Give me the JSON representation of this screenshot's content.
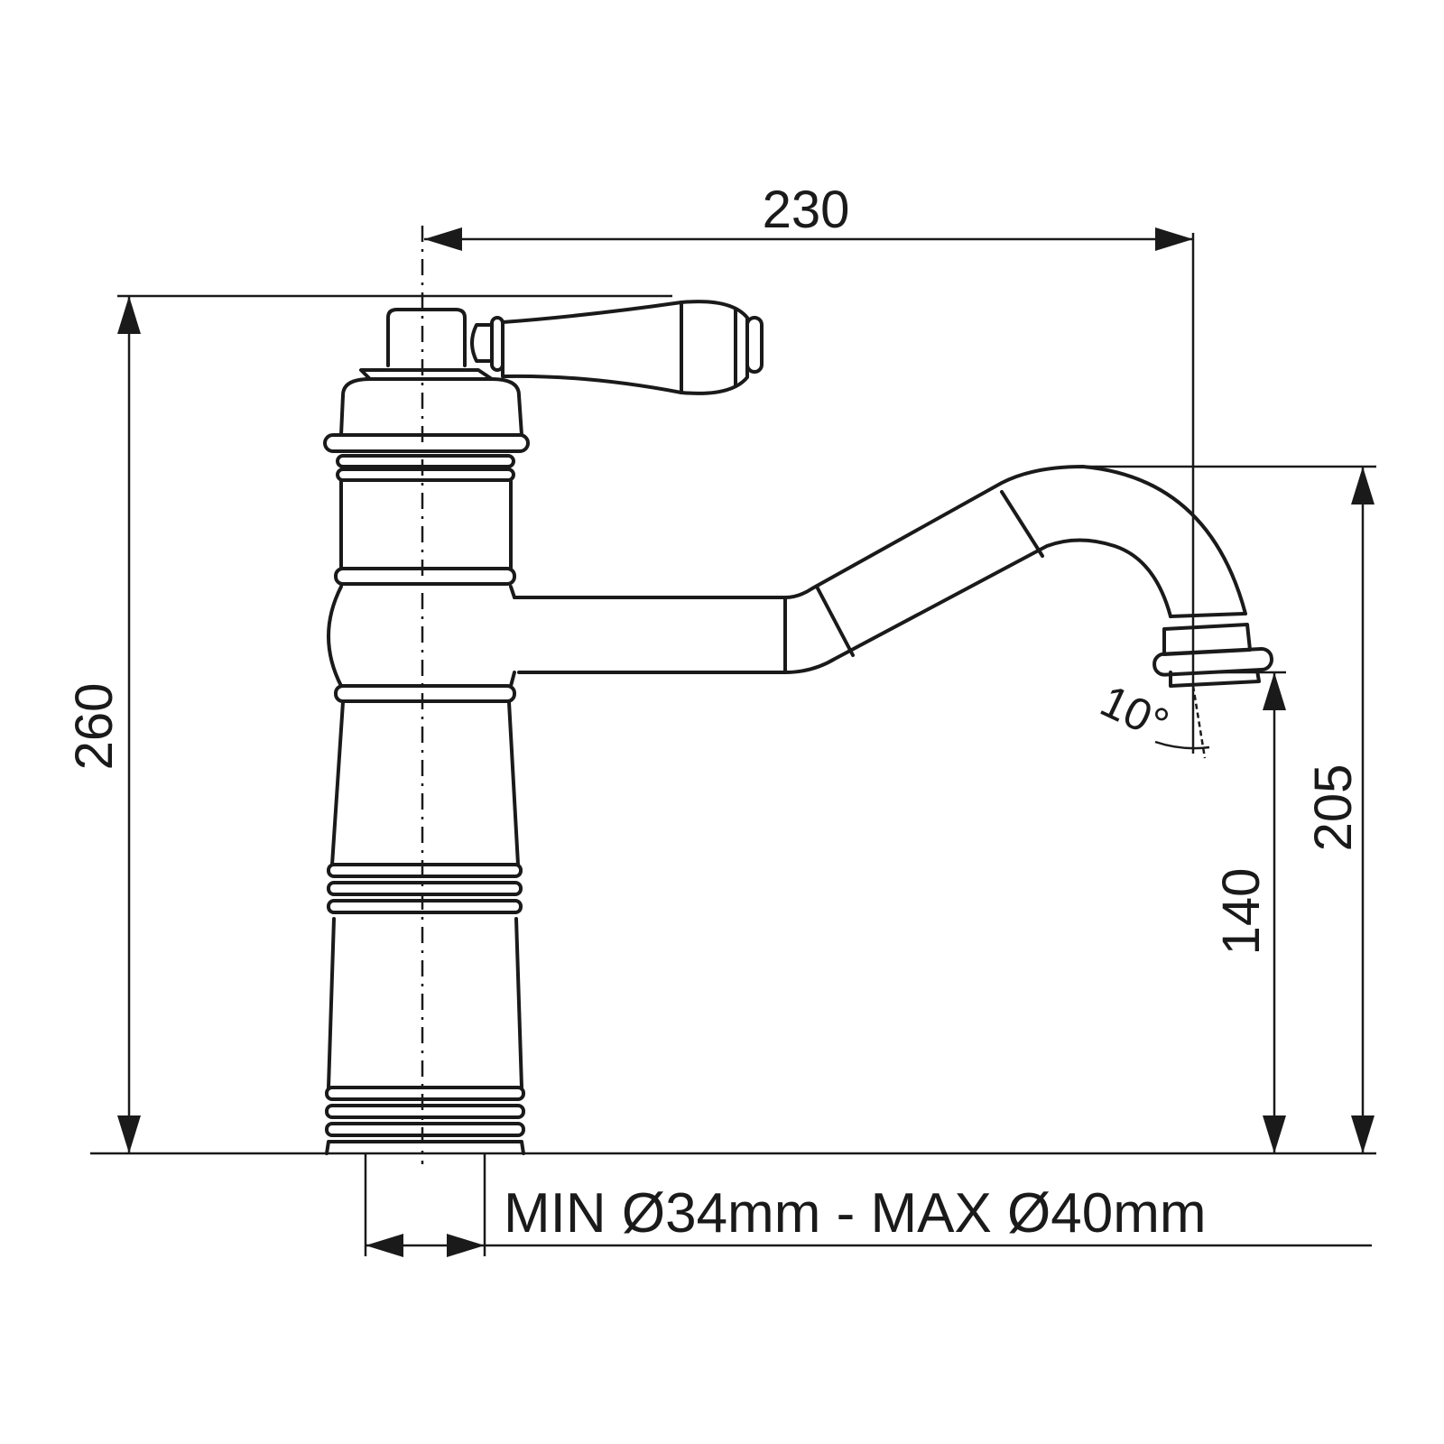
{
  "dimensions": {
    "spout_reach": "230",
    "total_height": "260",
    "spout_top_height": "205",
    "outlet_height": "140",
    "swivel_angle": "10°",
    "hole_diameter": "MIN Ø34mm - MAX Ø40mm"
  }
}
